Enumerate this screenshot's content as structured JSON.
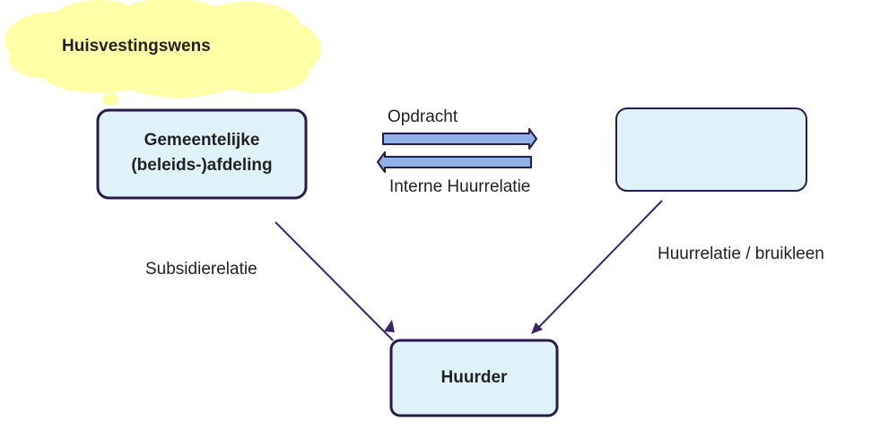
{
  "cloud": {
    "text": "Huisvestingswens",
    "fill": "#ffffa8"
  },
  "nodes": {
    "department": {
      "line1": "Gemeentelijke",
      "line2": "(beleids-)afdeling"
    },
    "owner": {
      "text": ""
    },
    "tenant": {
      "text": "Huurder"
    }
  },
  "edges": {
    "order": "Opdracht",
    "internal_lease": "Interne Huurrelatie",
    "subsidy": "Subsidierelatie",
    "lease_loan": "Huurrelatie / bruikleen"
  },
  "colors": {
    "box_fill": "#dff2fa",
    "box_stroke": "#2a1a4a",
    "line": "#3a2468",
    "arrow_fill": "#8fb3e8",
    "arrow_stroke": "#2a1a4a"
  }
}
